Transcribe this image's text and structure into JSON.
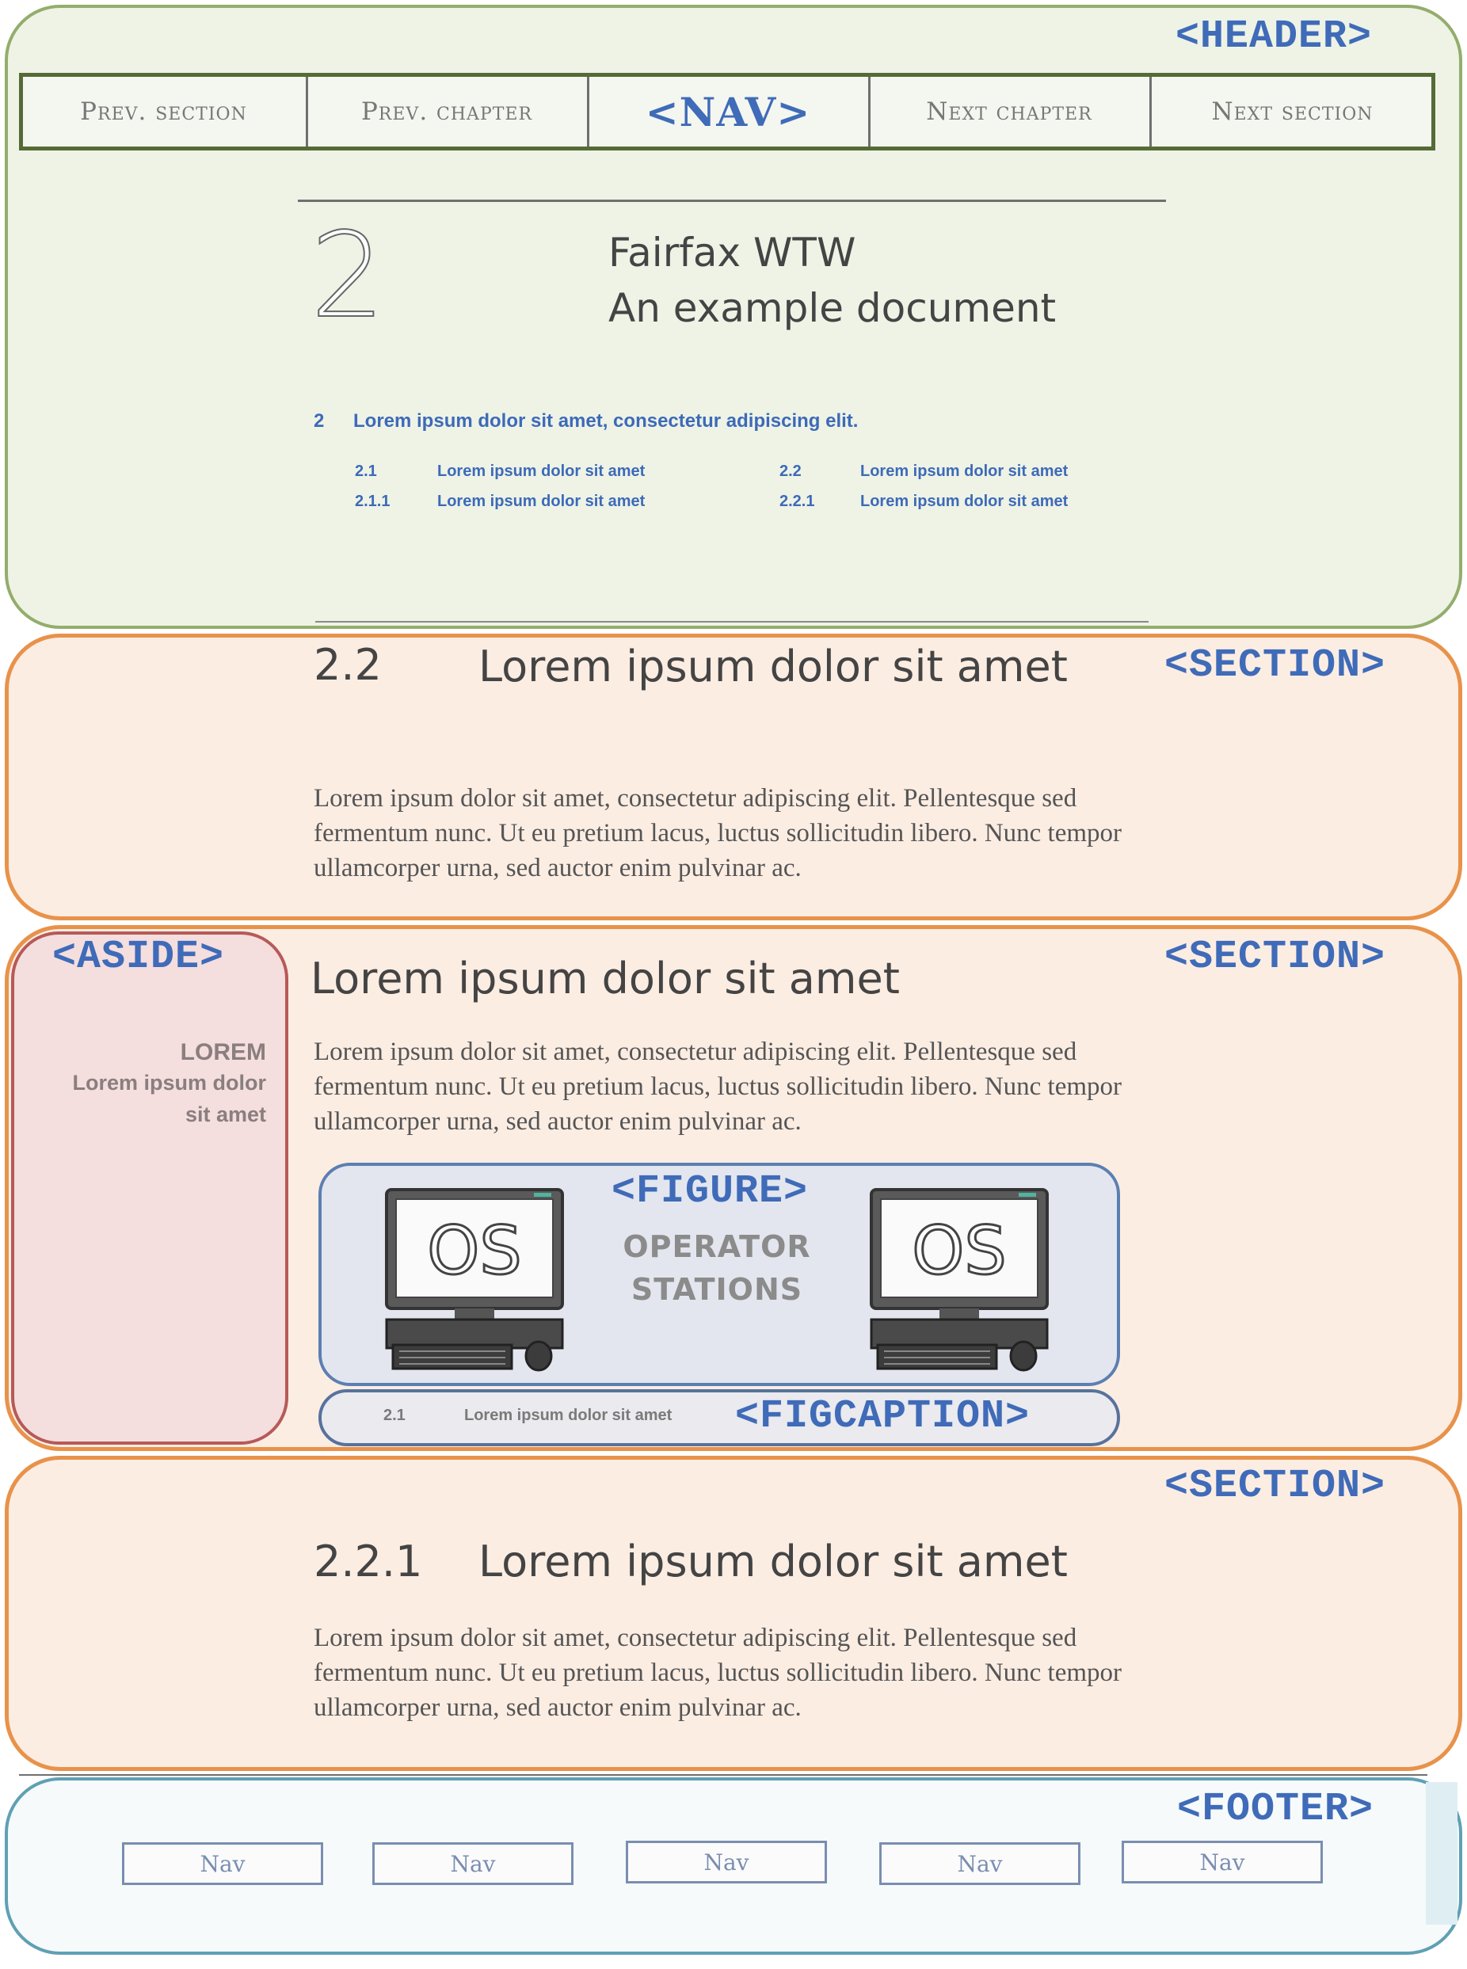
{
  "header": {
    "tag": "<HEADER>",
    "nav": {
      "prev_section": "Prev. section",
      "prev_chapter": "Prev. chapter",
      "tag": "<NAV>",
      "next_chapter": "Next chapter",
      "next_section": "Next section"
    },
    "chapter_number": "2",
    "title_line1": "Fairfax WTW",
    "title_line2": "An example document",
    "toc": {
      "main_num": "2",
      "main_text": "Lorem ipsum dolor sit amet, consectetur adipiscing elit.",
      "entries": [
        {
          "num": "2.1",
          "text": "Lorem ipsum dolor sit amet"
        },
        {
          "num": "2.2",
          "text": "Lorem ipsum dolor sit amet"
        },
        {
          "num": "2.1.1",
          "text": "Lorem ipsum dolor sit amet"
        },
        {
          "num": "2.2.1",
          "text": "Lorem ipsum dolor sit amet"
        }
      ]
    }
  },
  "section1": {
    "tag": "<SECTION>",
    "number": "2.2",
    "heading": "Lorem ipsum dolor sit amet",
    "body": "Lorem ipsum dolor sit amet, consectetur adipiscing elit. Pellentesque sed fermentum nunc. Ut eu pretium lacus, luctus sollicitudin libero. Nunc tempor ullamcorper urna, sed auctor enim pulvinar ac."
  },
  "section2": {
    "tag": "<SECTION>",
    "heading": "Lorem ipsum dolor sit amet",
    "body": "Lorem ipsum dolor sit amet, consectetur adipiscing elit. Pellentesque sed fermentum nunc. Ut eu pretium lacus, luctus sollicitudin libero. Nunc tempor ullamcorper urna, sed auctor enim pulvinar ac.",
    "aside": {
      "tag": "<ASIDE>",
      "title": "LOREM",
      "line1": "Lorem ipsum dolor",
      "line2": "sit amet"
    },
    "figure": {
      "tag": "<FIGURE>",
      "label_line1": "OPERATOR",
      "label_line2": "STATIONS",
      "screen_text": "OS"
    },
    "figcaption": {
      "tag": "<FIGCAPTION>",
      "num": "2.1",
      "text": "Lorem ipsum dolor sit amet"
    }
  },
  "section3": {
    "tag": "<SECTION>",
    "number": "2.2.1",
    "heading": "Lorem ipsum dolor sit amet",
    "body": "Lorem ipsum dolor sit amet, consectetur adipiscing elit. Pellentesque sed fermentum nunc. Ut eu pretium lacus, luctus sollicitudin libero. Nunc tempor ullamcorper urna, sed auctor enim pulvinar ac."
  },
  "footer": {
    "tag": "<FOOTER>",
    "nav_items": [
      "Nav",
      "Nav",
      "Nav",
      "Nav",
      "Nav"
    ]
  }
}
